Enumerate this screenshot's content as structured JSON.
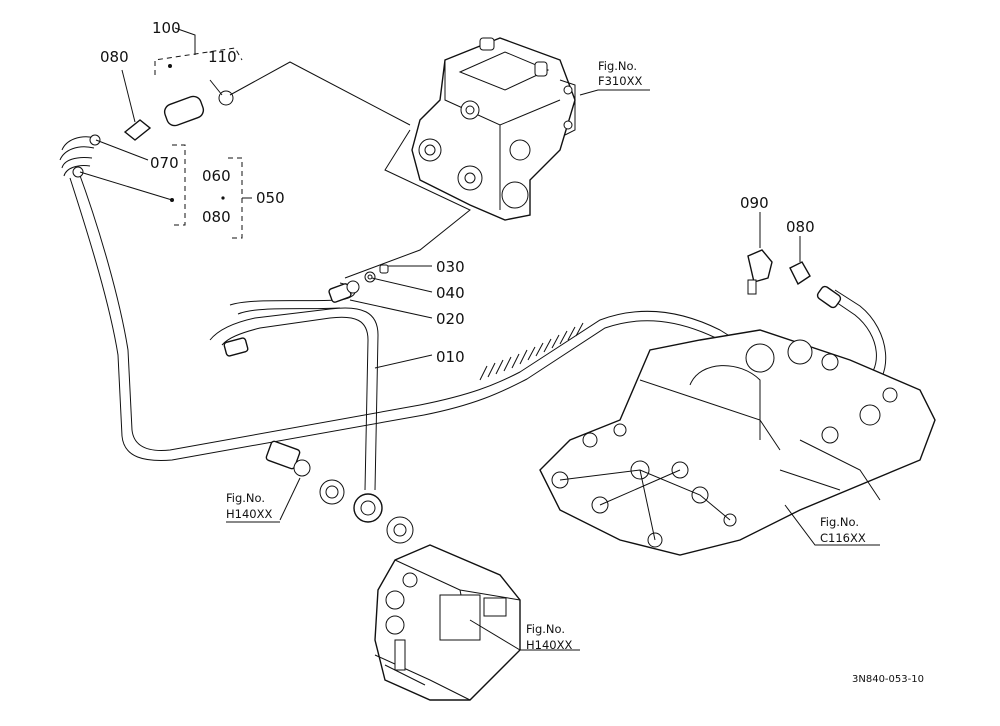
{
  "parts": {
    "p100": "100",
    "p110": "110",
    "p080_left": "080",
    "p070": "070",
    "p060": "060",
    "p080_group": "080",
    "p050": "050",
    "p030": "030",
    "p040": "040",
    "p020": "020",
    "p010": "010",
    "p090": "090",
    "p080_right": "080"
  },
  "references": {
    "fig_top_label": "Fig.No.",
    "fig_top_value": "F310XX",
    "fig_mid_label": "Fig.No.",
    "fig_mid_value": "H140XX",
    "fig_bottom_label": "Fig.No.",
    "fig_bottom_value": "H140XX",
    "fig_right_label": "Fig.No.",
    "fig_right_value": "C116XX"
  },
  "drawing_code": "3N840-053-10"
}
